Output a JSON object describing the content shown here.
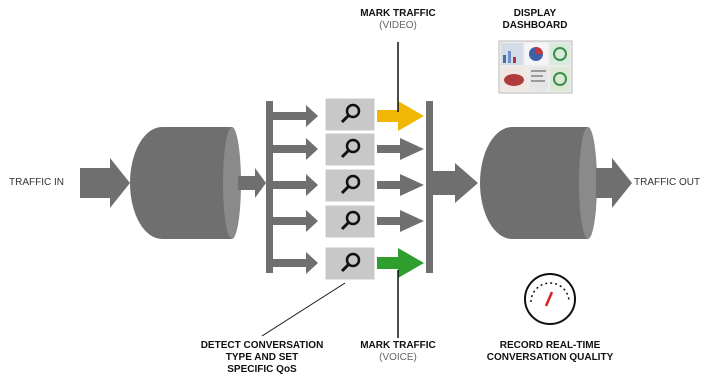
{
  "labels": {
    "traffic_in": "TRAFFIC IN",
    "traffic_out": "TRAFFIC OUT",
    "mark_traffic_top": "MARK TRAFFIC",
    "mark_traffic_top_sub": "(VIDEO)",
    "mark_traffic_bottom": "MARK TRAFFIC",
    "mark_traffic_bottom_sub": "(VOICE)",
    "display_dashboard_1": "DISPLAY",
    "display_dashboard_2": "DASHBOARD",
    "detect_1": "DETECT CONVERSATION",
    "detect_2": "TYPE AND SET",
    "detect_3": "SPECIFIC QoS",
    "record_1": "RECORD REAL-TIME",
    "record_2": "CONVERSATION QUALITY"
  },
  "colors": {
    "shape_gray": "#6f6f6f",
    "box_gray": "#c8c8c8",
    "video_arrow": "#f2b705",
    "voice_arrow": "#2e9e2e",
    "gauge_needle": "#e02020"
  },
  "icons": [
    "magnifier-icon",
    "dashboard-thumbnail-icon",
    "gauge-icon"
  ]
}
